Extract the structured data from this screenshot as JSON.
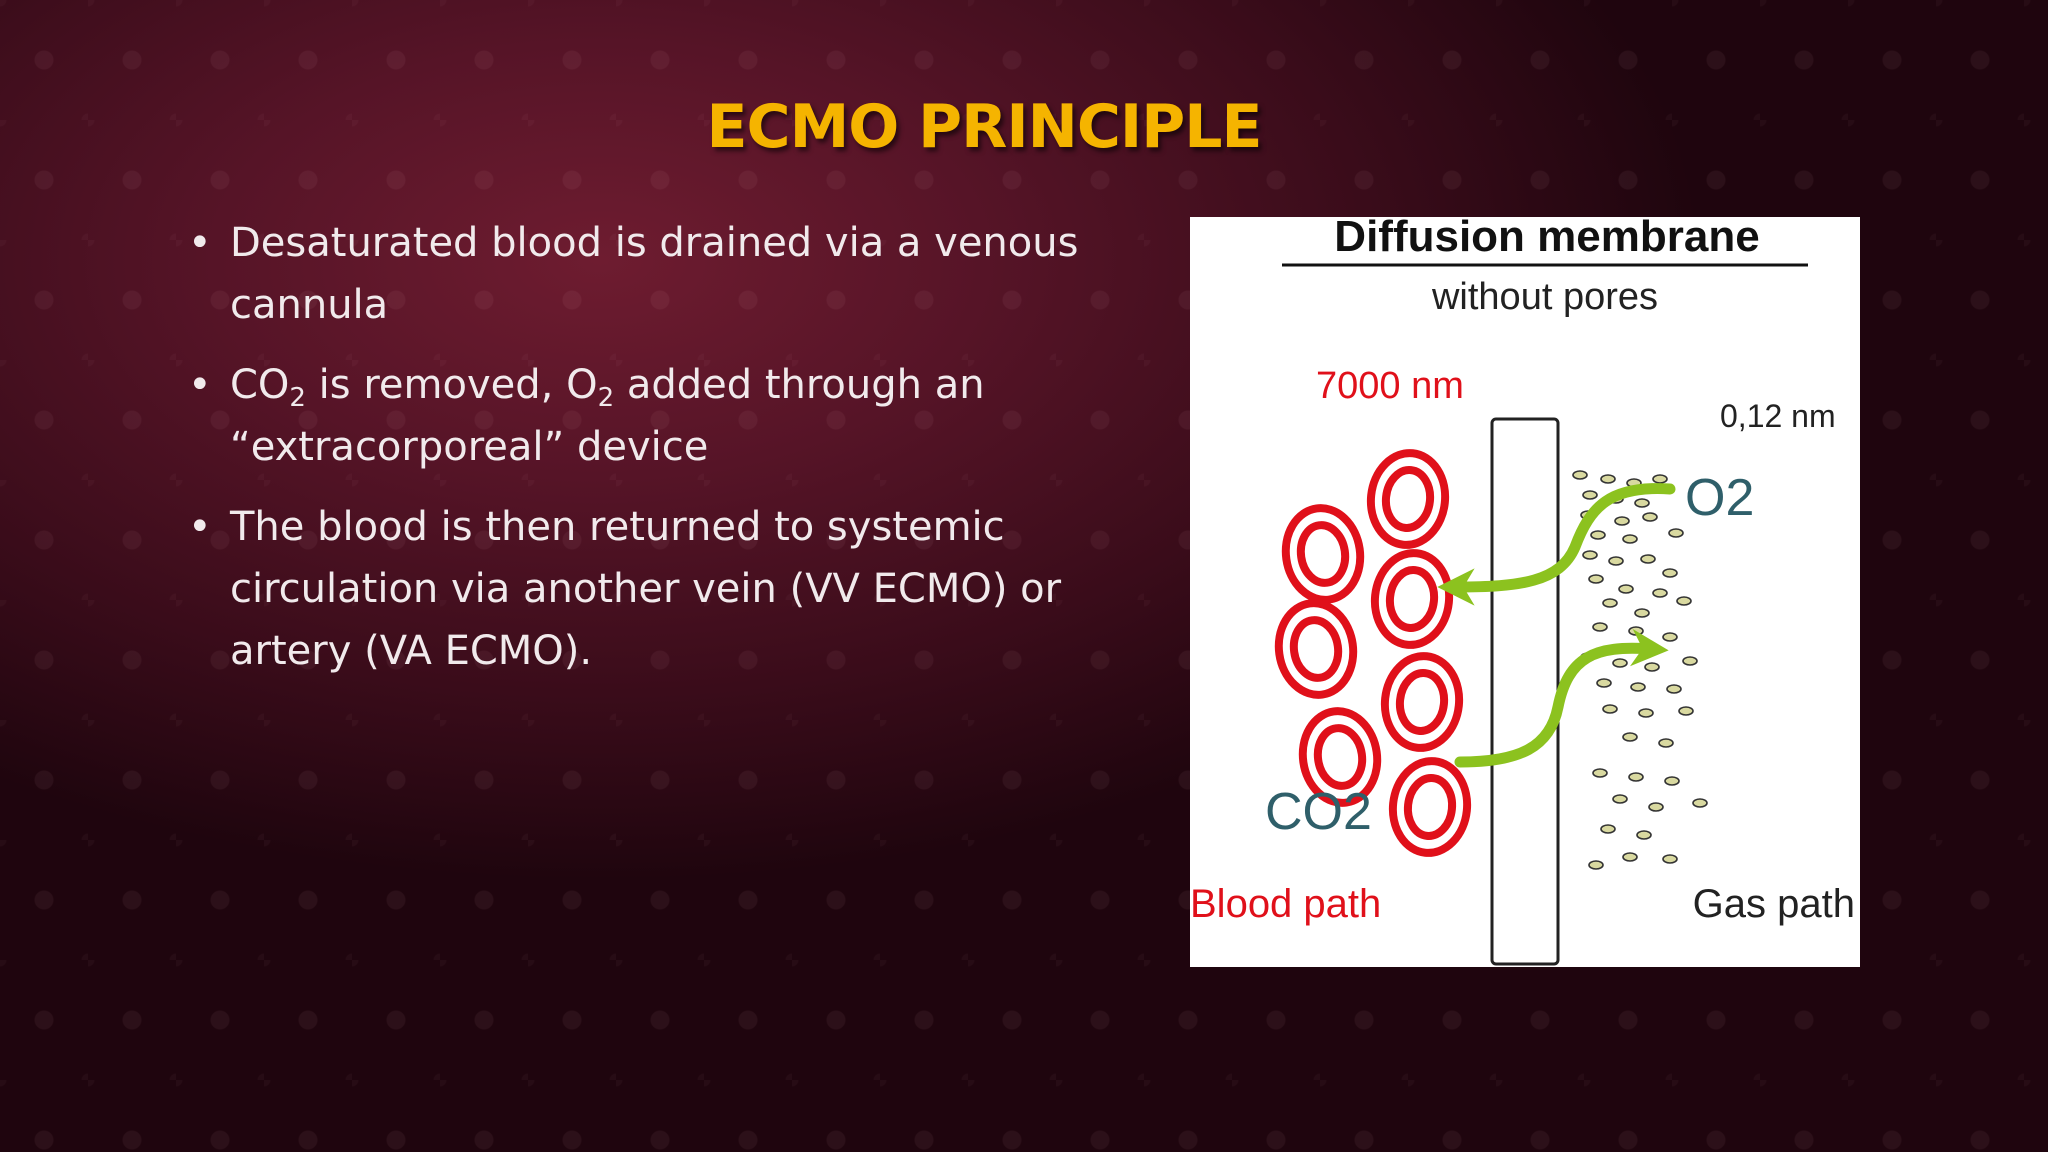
{
  "slide": {
    "title": "ECMO PRINCIPLE",
    "bullets": [
      {
        "text": "Desaturated blood is drained via a venous cannula"
      },
      {
        "part1": "CO",
        "sub1": "2",
        "part2": " is removed, O",
        "sub2": "2",
        "part3": " added through an “extracorporeal” device"
      },
      {
        "text": "The blood is then returned to systemic circulation via another vein (VV ECMO) or artery (VA ECMO)."
      }
    ],
    "bullet_symbol": "•"
  },
  "diagram": {
    "heading": "Diffusion membrane",
    "subheading": "without pores",
    "blood_size_label": "7000 nm",
    "gas_size_label": "0,12 nm",
    "o2_label": "O2",
    "co2_label": "CO2",
    "blood_path_label": "Blood path",
    "gas_path_label": "Gas path",
    "colors": {
      "red_cells": "#e0101a",
      "arrows": "#8cc21f",
      "gas_labels": "#2f5f6a",
      "heading": "#111111"
    }
  }
}
